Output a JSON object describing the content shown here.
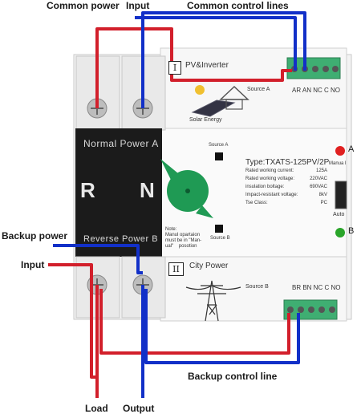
{
  "callouts": {
    "common_power": "Common power",
    "input_top": "Input",
    "common_control_lines": "Common control lines",
    "backup_power": "Backup power",
    "input_left": "Input",
    "backup_control_line": "Backup control line",
    "load": "Load",
    "output": "Output"
  },
  "device": {
    "section_top_numeral": "I",
    "section_top_title": "PV&Inverter",
    "solar_caption": "Solar Energy",
    "source_a": "Source A",
    "top_terminal_labels": "AR AN NC C NO",
    "normal_power": "Normal  Power  A",
    "letter_r": "R",
    "letter_n": "N",
    "reverse_power": "Reverse  Power  B",
    "handle_source_a": "Source A",
    "handle_source_b": "Source B",
    "note": "Note:\nManul opartaion\nmust be in \"Man-\nual\"    posotion",
    "type_title": "Type:TXATS-125PV/2P",
    "specs": [
      {
        "label": "Rated working current:",
        "value": "125A"
      },
      {
        "label": "Rated working voltage:",
        "value": "220VAC"
      },
      {
        "label": "insulation boltage:",
        "value": "690VAC"
      },
      {
        "label": "Impact-resistant voltage:",
        "value": "8kV"
      },
      {
        "label": "Tse  Class:",
        "value": "PC"
      }
    ],
    "led_a": "A",
    "led_b": "B",
    "manual": "Manua l",
    "auto": "Auto",
    "section_bottom_numeral": "II",
    "section_bottom_title": "City  Power",
    "source_b": "Source B",
    "bottom_terminal_labels": "BR BN NC C NO"
  },
  "colors": {
    "red_wire": "#d21f2b",
    "blue_wire": "#1230c8",
    "led_red": "#e02020",
    "led_green": "#2aa52a",
    "handle_green": "#1f9a54",
    "terminal_green": "#3fae72",
    "dark_panel": "#1b1b1b"
  }
}
